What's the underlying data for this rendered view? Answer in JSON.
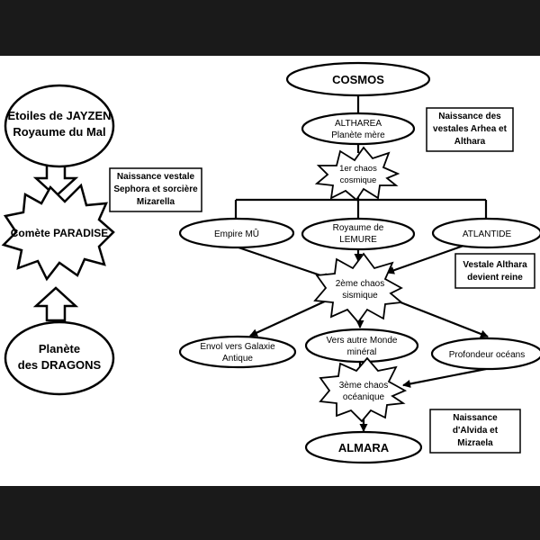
{
  "nodes": {
    "jayzen": {
      "line1": "Etoiles de JAYZEN",
      "line2": "Royaume du Mal"
    },
    "paradise": {
      "label": "Comète PARADISE"
    },
    "dragons": {
      "line1": "Planète",
      "line2": "des DRAGONS"
    },
    "cosmos": {
      "label": "COSMOS"
    },
    "altharea": {
      "line1": "ALTHAREA",
      "line2": "Planète mère"
    },
    "chaos1": {
      "line1": "1er chaos",
      "line2": "cosmique"
    },
    "empire_mu": {
      "label": "Empire MÛ"
    },
    "lemure": {
      "line1": "Royaume de",
      "line2": "LEMURE"
    },
    "atlantide": {
      "label": "ATLANTIDE"
    },
    "chaos2": {
      "line1": "2ème chaos",
      "line2": "sismique"
    },
    "galaxie": {
      "line1": "Envol vers Galaxie",
      "line2": "Antique"
    },
    "monde": {
      "line1": "Vers autre Monde",
      "line2": "minéral"
    },
    "oceans": {
      "label": "Profondeur océans"
    },
    "chaos3": {
      "line1": "3ème chaos",
      "line2": "océanique"
    },
    "almara": {
      "label": "ALMARA"
    }
  },
  "notes": {
    "sephora": {
      "line1": "Naissance vestale",
      "line2": "Sephora et sorcière",
      "line3": "Mizarella"
    },
    "arhea": {
      "line1": "Naissance des",
      "line2": "vestales Arhea et",
      "line3": "Althara"
    },
    "reine": {
      "line1": "Vestale Althara",
      "line2": "devient reine"
    },
    "alvida": {
      "line1": "Naissance",
      "line2": "d'Alvida et",
      "line3": "Mizraela"
    }
  }
}
